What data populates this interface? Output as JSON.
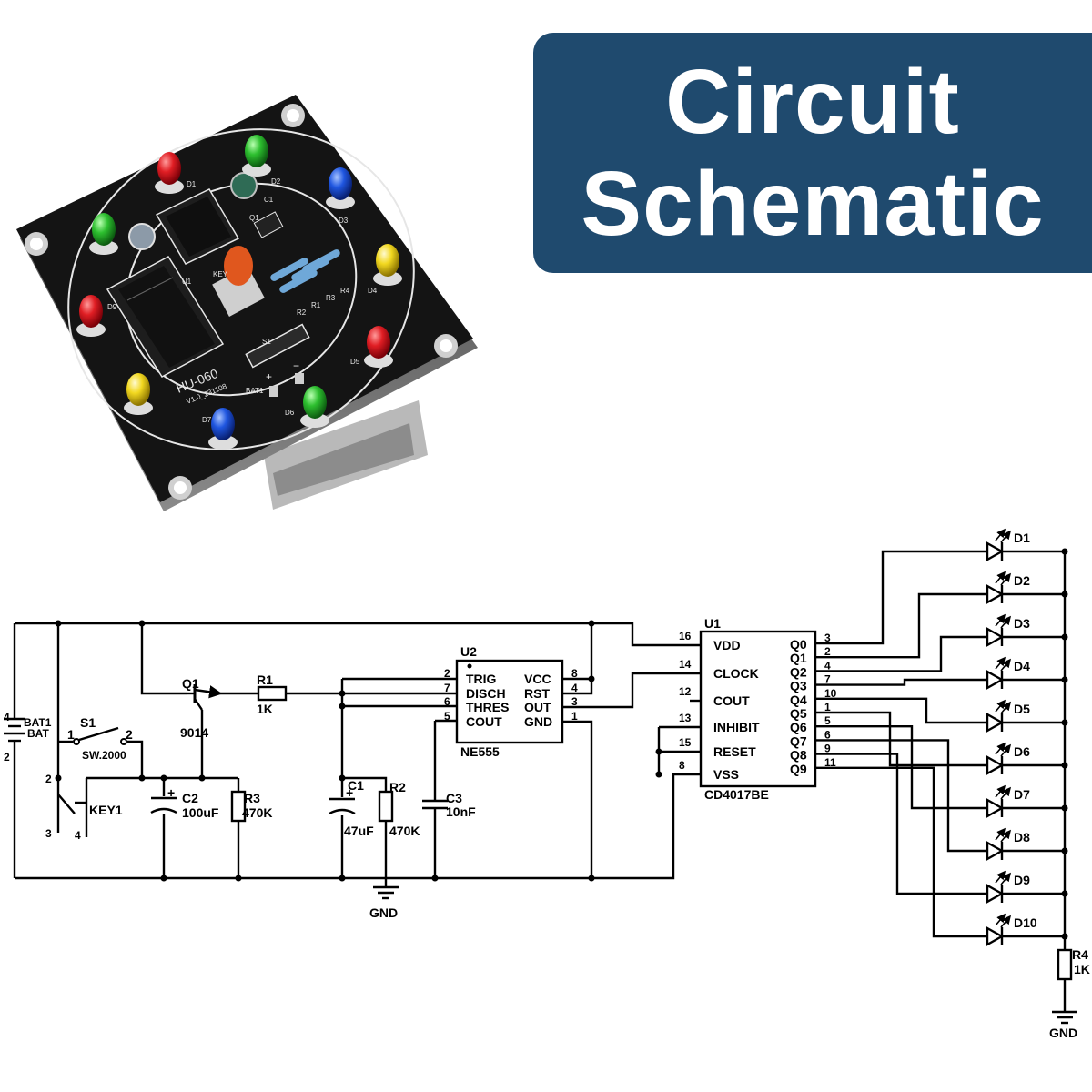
{
  "title": {
    "line1": "Circuit",
    "line2": "Schematic"
  },
  "board": {
    "model": "HU-060",
    "version": "V1.0_231108",
    "silkscreen": {
      "bat": "BAT1",
      "s1": "S1",
      "key": "KEY",
      "u1": "U1",
      "c1": "C1",
      "q1": "Q1",
      "r2": "R2",
      "r1": "R1",
      "r3": "R3",
      "r4": "R4",
      "d1": "D1",
      "d2": "D2",
      "d3": "D3",
      "d4": "D4",
      "d5": "D5",
      "d6": "D6",
      "d7": "D7",
      "d9": "D9",
      "plus": "+",
      "minus": "−"
    },
    "led_colors": {
      "red": "#d4141c",
      "green": "#27b82a",
      "blue": "#1a4fd6",
      "yellow": "#f0d61c"
    }
  },
  "schematic": {
    "bat": {
      "ref": "BAT1",
      "name": "BAT",
      "pin_top": "4",
      "pin_bottom": "2"
    },
    "s1": {
      "ref": "S1",
      "name": "SW.2000",
      "pin1": "1",
      "pin2": "2"
    },
    "key": {
      "ref": "KEY1",
      "pin2": "2",
      "pin3": "3",
      "pin4": "4"
    },
    "q1": {
      "ref": "Q1",
      "value": "9014"
    },
    "r1": {
      "ref": "R1",
      "value": "1K"
    },
    "r2": {
      "ref": "R2",
      "value": "470K"
    },
    "r3": {
      "ref": "R3",
      "value": "470K"
    },
    "r4": {
      "ref": "R4",
      "value": "1K"
    },
    "c1": {
      "ref": "C1",
      "value": "47uF",
      "plus": "+"
    },
    "c2": {
      "ref": "C2",
      "value": "100uF",
      "plus": "+"
    },
    "c3": {
      "ref": "C3",
      "value": "10nF"
    },
    "gnd": "GND",
    "u2": {
      "ref": "U2",
      "name": "NE555",
      "left_pins": [
        {
          "num": "2",
          "name": "TRIG"
        },
        {
          "num": "7",
          "name": "DISCH"
        },
        {
          "num": "6",
          "name": "THRES"
        },
        {
          "num": "5",
          "name": "COUT"
        }
      ],
      "right_pins": [
        {
          "num": "8",
          "name": "VCC"
        },
        {
          "num": "4",
          "name": "RST"
        },
        {
          "num": "3",
          "name": "OUT"
        },
        {
          "num": "1",
          "name": "GND"
        }
      ]
    },
    "u1": {
      "ref": "U1",
      "name": "CD4017BE",
      "left_pins": [
        {
          "num": "16",
          "name": "VDD"
        },
        {
          "num": "14",
          "name": "CLOCK"
        },
        {
          "num": "12",
          "name": "COUT"
        },
        {
          "num": "13",
          "name": "INHIBIT"
        },
        {
          "num": "15",
          "name": "RESET"
        },
        {
          "num": "8",
          "name": "VSS"
        }
      ],
      "outputs": [
        {
          "num": "3",
          "name": "Q0"
        },
        {
          "num": "2",
          "name": "Q1"
        },
        {
          "num": "4",
          "name": "Q2"
        },
        {
          "num": "7",
          "name": "Q3"
        },
        {
          "num": "10",
          "name": "Q4"
        },
        {
          "num": "1",
          "name": "Q5"
        },
        {
          "num": "5",
          "name": "Q6"
        },
        {
          "num": "6",
          "name": "Q7"
        },
        {
          "num": "9",
          "name": "Q8"
        },
        {
          "num": "11",
          "name": "Q9"
        }
      ]
    },
    "leds": [
      "D1",
      "D2",
      "D3",
      "D4",
      "D5",
      "D6",
      "D7",
      "D8",
      "D9",
      "D10"
    ]
  }
}
